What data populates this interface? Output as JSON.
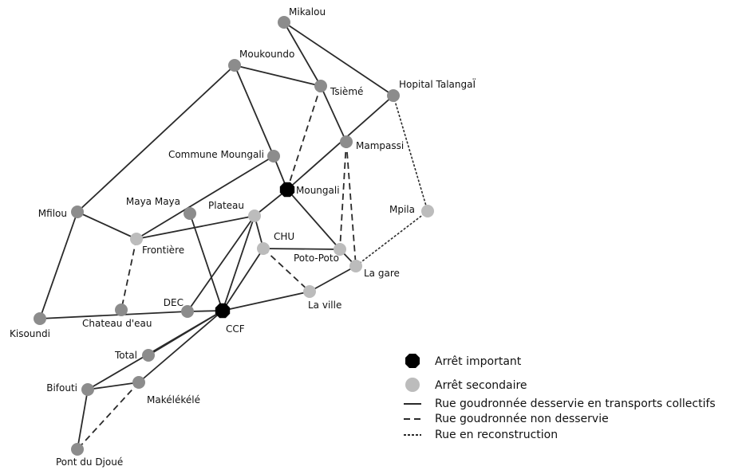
{
  "colors": {
    "important_node": "#000000",
    "secondary_node_dark": "#8c8c8c",
    "secondary_node_light": "#bcbcbc",
    "edge": "#2a2a2a"
  },
  "nodes": [
    {
      "id": "mikalou",
      "label": "Mikalou",
      "kind": "secondary"
    },
    {
      "id": "moukoundo",
      "label": "Moukoundo",
      "kind": "secondary"
    },
    {
      "id": "tsieme",
      "label": "Tsièmé",
      "kind": "secondary"
    },
    {
      "id": "hopital",
      "label": "Hopital TalangaÏ",
      "kind": "secondary"
    },
    {
      "id": "mampassi",
      "label": "Mampassi",
      "kind": "secondary"
    },
    {
      "id": "commune",
      "label": "Commune Moungali",
      "kind": "secondary"
    },
    {
      "id": "moungali",
      "label": "Moungali",
      "kind": "important"
    },
    {
      "id": "mpila",
      "label": "Mpila",
      "kind": "secondary_light"
    },
    {
      "id": "mayamaya",
      "label": "Maya Maya",
      "kind": "secondary"
    },
    {
      "id": "plateau",
      "label": "Plateau",
      "kind": "secondary_light"
    },
    {
      "id": "mfilou",
      "label": "Mfilou",
      "kind": "secondary"
    },
    {
      "id": "frontiere",
      "label": "Frontière",
      "kind": "secondary_light"
    },
    {
      "id": "chu",
      "label": "CHU",
      "kind": "secondary_light"
    },
    {
      "id": "potopoto",
      "label": "Poto-Poto",
      "kind": "secondary_light"
    },
    {
      "id": "lagare",
      "label": "La gare",
      "kind": "secondary_light"
    },
    {
      "id": "laville",
      "label": "La ville",
      "kind": "secondary_light"
    },
    {
      "id": "dec",
      "label": "DEC",
      "kind": "secondary"
    },
    {
      "id": "chateau",
      "label": "Chateau d'eau",
      "kind": "secondary"
    },
    {
      "id": "kisoundi",
      "label": "Kisoundi",
      "kind": "secondary"
    },
    {
      "id": "ccf",
      "label": "CCF",
      "kind": "important"
    },
    {
      "id": "total",
      "label": "Total",
      "kind": "secondary"
    },
    {
      "id": "bifouti",
      "label": "Bifouti",
      "kind": "secondary"
    },
    {
      "id": "makelekele",
      "label": "Makélékélé",
      "kind": "secondary"
    },
    {
      "id": "pontdjoue",
      "label": "Pont du Djoué",
      "kind": "secondary"
    }
  ],
  "edges": [
    {
      "from": "mikalou",
      "to": "tsieme",
      "type": "paved_served"
    },
    {
      "from": "mikalou",
      "to": "hopital",
      "type": "paved_served"
    },
    {
      "from": "moukoundo",
      "to": "tsieme",
      "type": "paved_served"
    },
    {
      "from": "moukoundo",
      "to": "commune",
      "type": "paved_served"
    },
    {
      "from": "moukoundo",
      "to": "mfilou",
      "type": "paved_served"
    },
    {
      "from": "tsieme",
      "to": "mampassi",
      "type": "paved_served"
    },
    {
      "from": "tsieme",
      "to": "moungali",
      "type": "paved_not_served"
    },
    {
      "from": "hopital",
      "to": "moungali",
      "type": "paved_served"
    },
    {
      "from": "hopital",
      "to": "mpila",
      "type": "reconstruction"
    },
    {
      "from": "commune",
      "to": "moungali",
      "type": "paved_served"
    },
    {
      "from": "commune",
      "to": "frontiere",
      "type": "paved_served"
    },
    {
      "from": "moungali",
      "to": "potopoto",
      "type": "paved_served"
    },
    {
      "from": "moungali",
      "to": "plateau",
      "type": "paved_served"
    },
    {
      "from": "mampassi",
      "to": "potopoto",
      "type": "paved_not_served"
    },
    {
      "from": "mampassi",
      "to": "lagare",
      "type": "paved_not_served"
    },
    {
      "from": "mpila",
      "to": "lagare",
      "type": "reconstruction"
    },
    {
      "from": "plateau",
      "to": "frontiere",
      "type": "paved_served"
    },
    {
      "from": "plateau",
      "to": "ccf",
      "type": "paved_served"
    },
    {
      "from": "plateau",
      "to": "dec",
      "type": "paved_served"
    },
    {
      "from": "plateau",
      "to": "chu",
      "type": "paved_served"
    },
    {
      "from": "mayamaya",
      "to": "ccf",
      "type": "paved_served"
    },
    {
      "from": "mfilou",
      "to": "frontiere",
      "type": "paved_served"
    },
    {
      "from": "mfilou",
      "to": "kisoundi",
      "type": "paved_served"
    },
    {
      "from": "frontiere",
      "to": "chateau",
      "type": "paved_not_served"
    },
    {
      "from": "chu",
      "to": "ccf",
      "type": "paved_served"
    },
    {
      "from": "chu",
      "to": "potopoto",
      "type": "paved_served"
    },
    {
      "from": "chu",
      "to": "laville",
      "type": "paved_not_served"
    },
    {
      "from": "potopoto",
      "to": "lagare",
      "type": "paved_served"
    },
    {
      "from": "lagare",
      "to": "laville",
      "type": "paved_served"
    },
    {
      "from": "laville",
      "to": "ccf",
      "type": "paved_served"
    },
    {
      "from": "kisoundi",
      "to": "dec",
      "type": "paved_served"
    },
    {
      "from": "dec",
      "to": "ccf",
      "type": "paved_served"
    },
    {
      "from": "ccf",
      "to": "total",
      "type": "paved_served"
    },
    {
      "from": "ccf",
      "to": "bifouti",
      "type": "paved_served"
    },
    {
      "from": "ccf",
      "to": "makelekele",
      "type": "paved_served"
    },
    {
      "from": "bifouti",
      "to": "makelekele",
      "type": "paved_served"
    },
    {
      "from": "bifouti",
      "to": "pontdjoue",
      "type": "paved_served"
    },
    {
      "from": "makelekele",
      "to": "pontdjoue",
      "type": "paved_not_served"
    }
  ],
  "legend": {
    "important_stop": "Arrêt important",
    "secondary_stop": "Arrêt secondaire",
    "paved_served": "Rue goudronnée desservie en transports collectifs",
    "paved_not_served": "Rue goudronnée non desservie",
    "reconstruction": "Rue en reconstruction"
  }
}
